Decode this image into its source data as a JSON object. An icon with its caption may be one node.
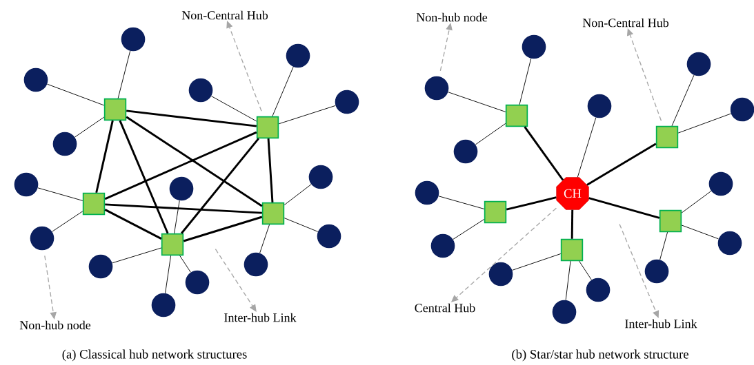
{
  "diagram": {
    "nodes": [
      {
        "text": [
          "Non-Central Hub"
        ]
      },
      {
        "text": [
          "Non-hub node"
        ]
      },
      {
        "text": [
          "Inter-hub Link"
        ]
      },
      {
        "text": [],
        "shape": "box"
      },
      {
        "text": [],
        "shape": "box"
      },
      {
        "text": [],
        "shape": "box"
      },
      {
        "text": [],
        "shape": "box"
      },
      {
        "text": [],
        "shape": "box"
      },
      {
        "text": [],
        "shape": "circle"
      },
      {
        "text": [],
        "shape": "circle"
      },
      {
        "text": [],
        "shape": "circle"
      },
      {
        "text": [],
        "shape": "circle"
      },
      {
        "text": [],
        "shape": "circle"
      },
      {
        "text": [],
        "shape": "circle"
      },
      {
        "text": [],
        "shape": "circle"
      },
      {
        "text": [],
        "shape": "circle"
      },
      {
        "text": [],
        "shape": "circle"
      },
      {
        "text": [],
        "shape": "circle"
      },
      {
        "text": [],
        "shape": "circle"
      },
      {
        "text": [],
        "shape": "circle"
      },
      {
        "text": [],
        "shape": "circle"
      },
      {
        "text": [],
        "shape": "circle"
      },
      {
        "text": [],
        "shape": "circle"
      },
      {
        "text": [
          "Non-hub node"
        ]
      },
      {
        "text": [
          "Non-Central Hub"
        ]
      },
      {
        "text": [
          "Central Hub"
        ]
      },
      {
        "text": [
          "Inter-hub Link"
        ]
      },
      {
        "text": [
          "CH"
        ]
      },
      {
        "text": [],
        "shape": "box"
      },
      {
        "text": [],
        "shape": "box"
      },
      {
        "text": [],
        "shape": "box"
      },
      {
        "text": [],
        "shape": "box"
      },
      {
        "text": [],
        "shape": "box"
      },
      {
        "text": [],
        "shape": "circle"
      },
      {
        "text": [],
        "shape": "circle"
      },
      {
        "text": [],
        "shape": "circle"
      },
      {
        "text": [],
        "shape": "circle"
      },
      {
        "text": [],
        "shape": "circle"
      },
      {
        "text": [],
        "shape": "circle"
      },
      {
        "text": [],
        "shape": "circle"
      },
      {
        "text": [],
        "shape": "circle"
      },
      {
        "text": [],
        "shape": "circle"
      },
      {
        "text": [],
        "shape": "circle"
      },
      {
        "text": [],
        "shape": "circle"
      },
      {
        "text": [],
        "shape": "circle"
      },
      {
        "text": [],
        "shape": "circle"
      },
      {
        "text": [],
        "shape": "circle"
      }
    ],
    "edges": [
      {
        "from": 3,
        "to": 8,
        "arrow": "none"
      },
      {
        "from": 3,
        "to": 9,
        "arrow": "none"
      },
      {
        "from": 3,
        "to": 10,
        "arrow": "none"
      },
      {
        "from": 4,
        "to": 11,
        "arrow": "none"
      },
      {
        "from": 4,
        "to": 12,
        "arrow": "none"
      },
      {
        "from": 4,
        "to": 13,
        "arrow": "none"
      },
      {
        "from": 5,
        "to": 14,
        "arrow": "none"
      },
      {
        "from": 5,
        "to": 15,
        "arrow": "none"
      },
      {
        "from": 7,
        "to": 16,
        "arrow": "none"
      },
      {
        "from": 6,
        "to": 17,
        "arrow": "none"
      },
      {
        "from": 6,
        "to": 18,
        "arrow": "none"
      },
      {
        "from": 6,
        "to": 19,
        "arrow": "none"
      },
      {
        "from": 7,
        "to": 20,
        "arrow": "none"
      },
      {
        "from": 7,
        "to": 21,
        "arrow": "none"
      },
      {
        "from": 7,
        "to": 22,
        "arrow": "none"
      },
      {
        "from": 3,
        "to": 4,
        "arrow": "none",
        "style": "thick"
      },
      {
        "from": 3,
        "to": 5,
        "arrow": "none",
        "style": "thick"
      },
      {
        "from": 3,
        "to": 6,
        "arrow": "none",
        "style": "thick"
      },
      {
        "from": 3,
        "to": 7,
        "arrow": "none",
        "style": "thick"
      },
      {
        "from": 4,
        "to": 5,
        "arrow": "none",
        "style": "thick"
      },
      {
        "from": 4,
        "to": 6,
        "arrow": "none",
        "style": "thick"
      },
      {
        "from": 4,
        "to": 7,
        "arrow": "none",
        "style": "thick"
      },
      {
        "from": 5,
        "to": 6,
        "arrow": "none",
        "style": "thick"
      },
      {
        "from": 5,
        "to": 7,
        "arrow": "none",
        "style": "thick"
      },
      {
        "from": 7,
        "to": 6,
        "arrow": "none",
        "style": "thick"
      },
      {
        "from": 4,
        "to": 0,
        "arrow": "to",
        "style": "dashed",
        "color": "#a6a6a6"
      },
      {
        "from": 15,
        "to": 1,
        "arrow": "to",
        "style": "dashed",
        "color": "#a6a6a6"
      },
      {
        "from": null,
        "to": 2,
        "arrow": "to",
        "style": "dashed",
        "color": "#a6a6a6"
      },
      {
        "from": 28,
        "to": 33,
        "arrow": "none"
      },
      {
        "from": 28,
        "to": 34,
        "arrow": "none"
      },
      {
        "from": 28,
        "to": 35,
        "arrow": "none"
      },
      {
        "from": 27,
        "to": 36,
        "arrow": "none"
      },
      {
        "from": 29,
        "to": 37,
        "arrow": "none"
      },
      {
        "from": 29,
        "to": 38,
        "arrow": "none"
      },
      {
        "from": 30,
        "to": 39,
        "arrow": "none"
      },
      {
        "from": 30,
        "to": 40,
        "arrow": "none"
      },
      {
        "from": 31,
        "to": 41,
        "arrow": "none"
      },
      {
        "from": 31,
        "to": 42,
        "arrow": "none"
      },
      {
        "from": 31,
        "to": 43,
        "arrow": "none"
      },
      {
        "from": 32,
        "to": 44,
        "arrow": "none"
      },
      {
        "from": 32,
        "to": 45,
        "arrow": "none"
      },
      {
        "from": 32,
        "to": 46,
        "arrow": "none"
      },
      {
        "from": 27,
        "to": 28,
        "arrow": "none",
        "style": "thick"
      },
      {
        "from": 27,
        "to": 29,
        "arrow": "none",
        "style": "thick"
      },
      {
        "from": 27,
        "to": 30,
        "arrow": "none",
        "style": "thick"
      },
      {
        "from": 27,
        "to": 31,
        "arrow": "none",
        "style": "thick"
      },
      {
        "from": 27,
        "to": 32,
        "arrow": "none",
        "style": "thick"
      },
      {
        "from": 34,
        "to": 23,
        "arrow": "to",
        "style": "dashed",
        "color": "#a6a6a6"
      },
      {
        "from": 29,
        "to": 24,
        "arrow": "to",
        "style": "dashed",
        "color": "#a6a6a6"
      },
      {
        "from": 27,
        "to": 25,
        "arrow": "to",
        "style": "dashed",
        "color": "#a6a6a6"
      },
      {
        "from": null,
        "to": 26,
        "arrow": "to",
        "style": "dashed",
        "color": "#a6a6a6"
      }
    ],
    "labels": [
      "(a) Classical hub network structures",
      "(b) Star/star hub network structure"
    ]
  }
}
